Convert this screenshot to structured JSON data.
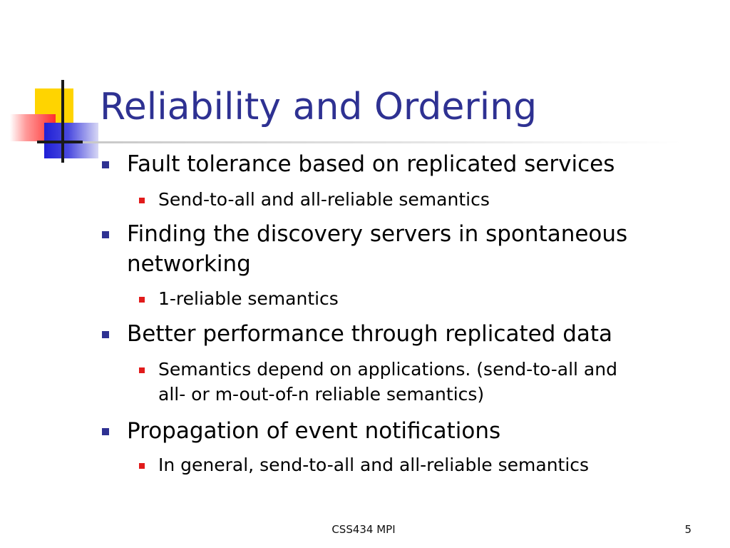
{
  "slide": {
    "title": "Reliability and Ordering",
    "bullets": [
      {
        "text": "Fault tolerance based on replicated services",
        "sub": [
          "Send-to-all and all-reliable semantics"
        ]
      },
      {
        "line1": "Finding the discovery servers in spontaneous",
        "line2": "networking",
        "sub": [
          "1-reliable semantics"
        ]
      },
      {
        "text": "Better performance through replicated data",
        "sub_line1": "Semantics depend on applications. (send-to-all and",
        "sub_line2": "all- or m-out-of-n reliable semantics)"
      },
      {
        "text": "Propagation of event notifications",
        "sub": [
          "In general, send-to-all and all-reliable semantics"
        ]
      }
    ],
    "footer": "CSS434 MPI",
    "page_number": "5"
  },
  "colors": {
    "title": "#2e3192",
    "level1_bullet": "#2e3192",
    "level2_bullet": "#e11b1b",
    "logo_yellow": "#ffd400",
    "logo_red": "#ff2d2d",
    "logo_blue": "#1f1fd6"
  }
}
